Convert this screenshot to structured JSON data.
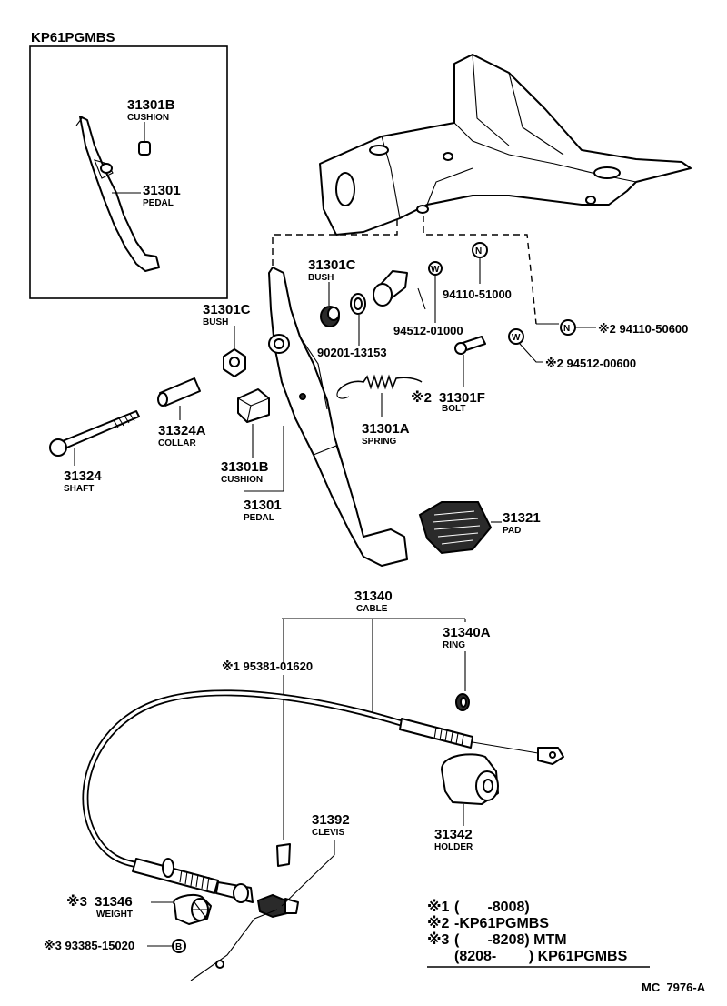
{
  "inset": {
    "title": "KP61PGMBS",
    "labels": [
      {
        "pn": "31301B",
        "name": "CUSHION"
      },
      {
        "pn": "31301",
        "name": "PEDAL"
      }
    ]
  },
  "parts": {
    "bush_right": {
      "pn": "31301C",
      "name": "BUSH"
    },
    "bush_left": {
      "pn": "31301C",
      "name": "BUSH"
    },
    "washer": {
      "pn": "90201-13153"
    },
    "collar_pn": {
      "pn": "94512-01000"
    },
    "nut_pn": {
      "pn": "94110-51000"
    },
    "nut2": {
      "pn": "※2 94110-50600"
    },
    "washer2": {
      "pn": "※2 94512-00600"
    },
    "bolt": {
      "prefix": "※2",
      "pn": "31301F",
      "name": "BOLT"
    },
    "spring": {
      "pn": "31301A",
      "name": "SPRING"
    },
    "collar": {
      "pn": "31324A",
      "name": "COLLAR"
    },
    "shaft": {
      "pn": "31324",
      "name": "SHAFT"
    },
    "cushion": {
      "pn": "31301B",
      "name": "CUSHION"
    },
    "pedal": {
      "pn": "31301",
      "name": "PEDAL"
    },
    "pad": {
      "pn": "31321",
      "name": "PAD"
    },
    "cable": {
      "pn": "31340",
      "name": "CABLE"
    },
    "ring": {
      "pn": "31340A",
      "name": "RING"
    },
    "clip": {
      "pn": "※1 95381-01620"
    },
    "clevis": {
      "pn": "31392",
      "name": "CLEVIS"
    },
    "holder": {
      "pn": "31342",
      "name": "HOLDER"
    },
    "weight": {
      "prefix": "※3",
      "pn": "31346",
      "name": "WEIGHT"
    },
    "weight_bolt": {
      "pn": "※3 93385-15020"
    }
  },
  "icons": {
    "nut_symbol": "N",
    "washer_symbol": "W",
    "bolt_symbol": "B"
  },
  "legend": [
    {
      "mark": "※1",
      "text": "(       -8008)"
    },
    {
      "mark": "※2",
      "text": "-KP61PGMBS"
    },
    {
      "mark": "※3",
      "text": "(       -8208) MTM"
    },
    {
      "mark": "",
      "text": "(8208-        ) KP61PGMBS"
    }
  ],
  "footer": {
    "code": "MC  7976-A"
  }
}
